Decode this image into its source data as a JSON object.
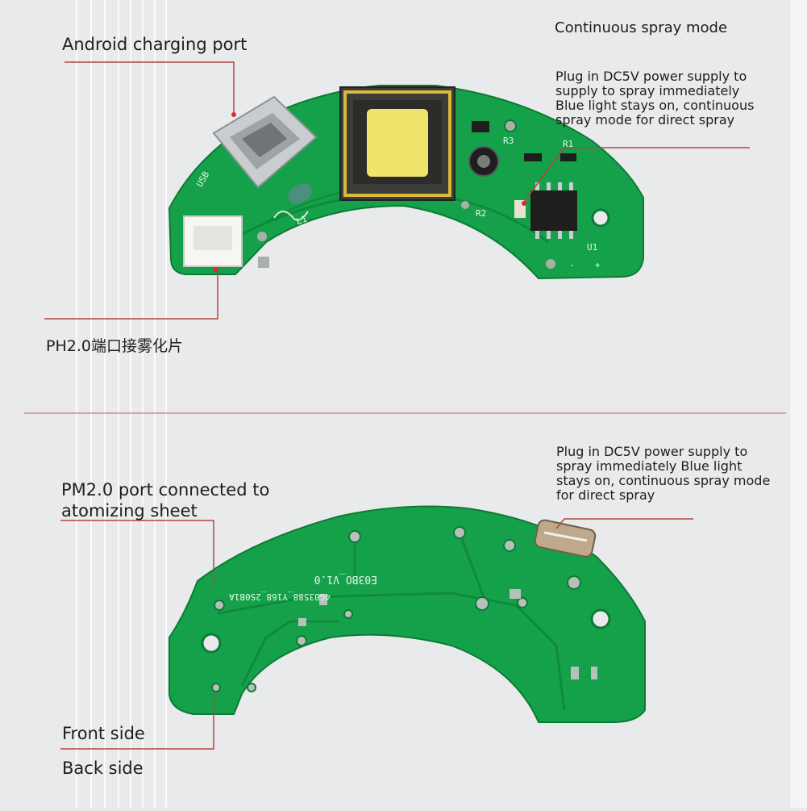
{
  "labels": {
    "android_port": "Android charging port",
    "continuous_mode": "Continuous spray mode",
    "top_note": "Plug in DC5V power supply to supply to spray immediately Blue light stays on, continuous spray mode for direct spray",
    "ph_port": "PH2.0端口接雾化片",
    "bottom_note": "Plug in DC5V power supply to spray immediately Blue light stays on, continuous spray mode for direct spray",
    "pm_port": "PM2.0 port connected to atomizing sheet",
    "front_side": "Front side",
    "back_side": "Back side"
  },
  "board_markings": {
    "usb": "USB",
    "l1": "L1",
    "r3": "R3",
    "r1": "R1",
    "r2": "R2",
    "u1": "U1",
    "minus": "-",
    "plus": "+",
    "model": "E03BO_V1.0",
    "serial": "4G03588_Y168_2S0B1A"
  },
  "colors": {
    "background": "#e9eaec",
    "pcb": "#15a14a",
    "pcb_dark": "#0d7a35",
    "leader": "#b5453f",
    "coil": "#f1e46a",
    "silver": "#c9cdd0"
  }
}
